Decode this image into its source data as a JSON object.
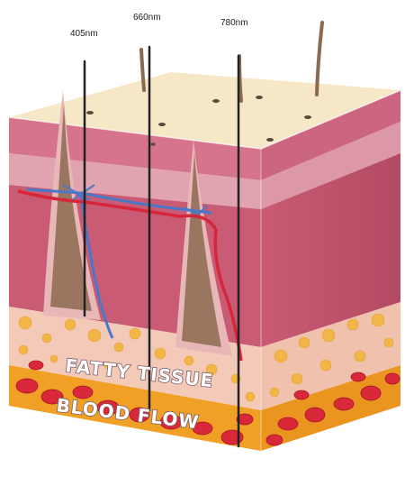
{
  "wavelengths": [
    {
      "label": "405nm"
    },
    {
      "label": "660nm"
    },
    {
      "label": "780nm"
    }
  ],
  "layers": {
    "fatty_tissue": "FATTY TISSUE",
    "blood_flow": "BLOOD FLOW"
  },
  "colors": {
    "surface": "#f6e7c6",
    "epidermis": "#d5748a",
    "dermis": "#c95b74",
    "fat": "#f3c9b8",
    "fat_globule": "#f2b548",
    "blood_layer": "#f0a024",
    "blood_cell": "#d9283a",
    "vein": "#4a78c8",
    "artery": "#d7263a",
    "hair": "#8a6a52"
  }
}
